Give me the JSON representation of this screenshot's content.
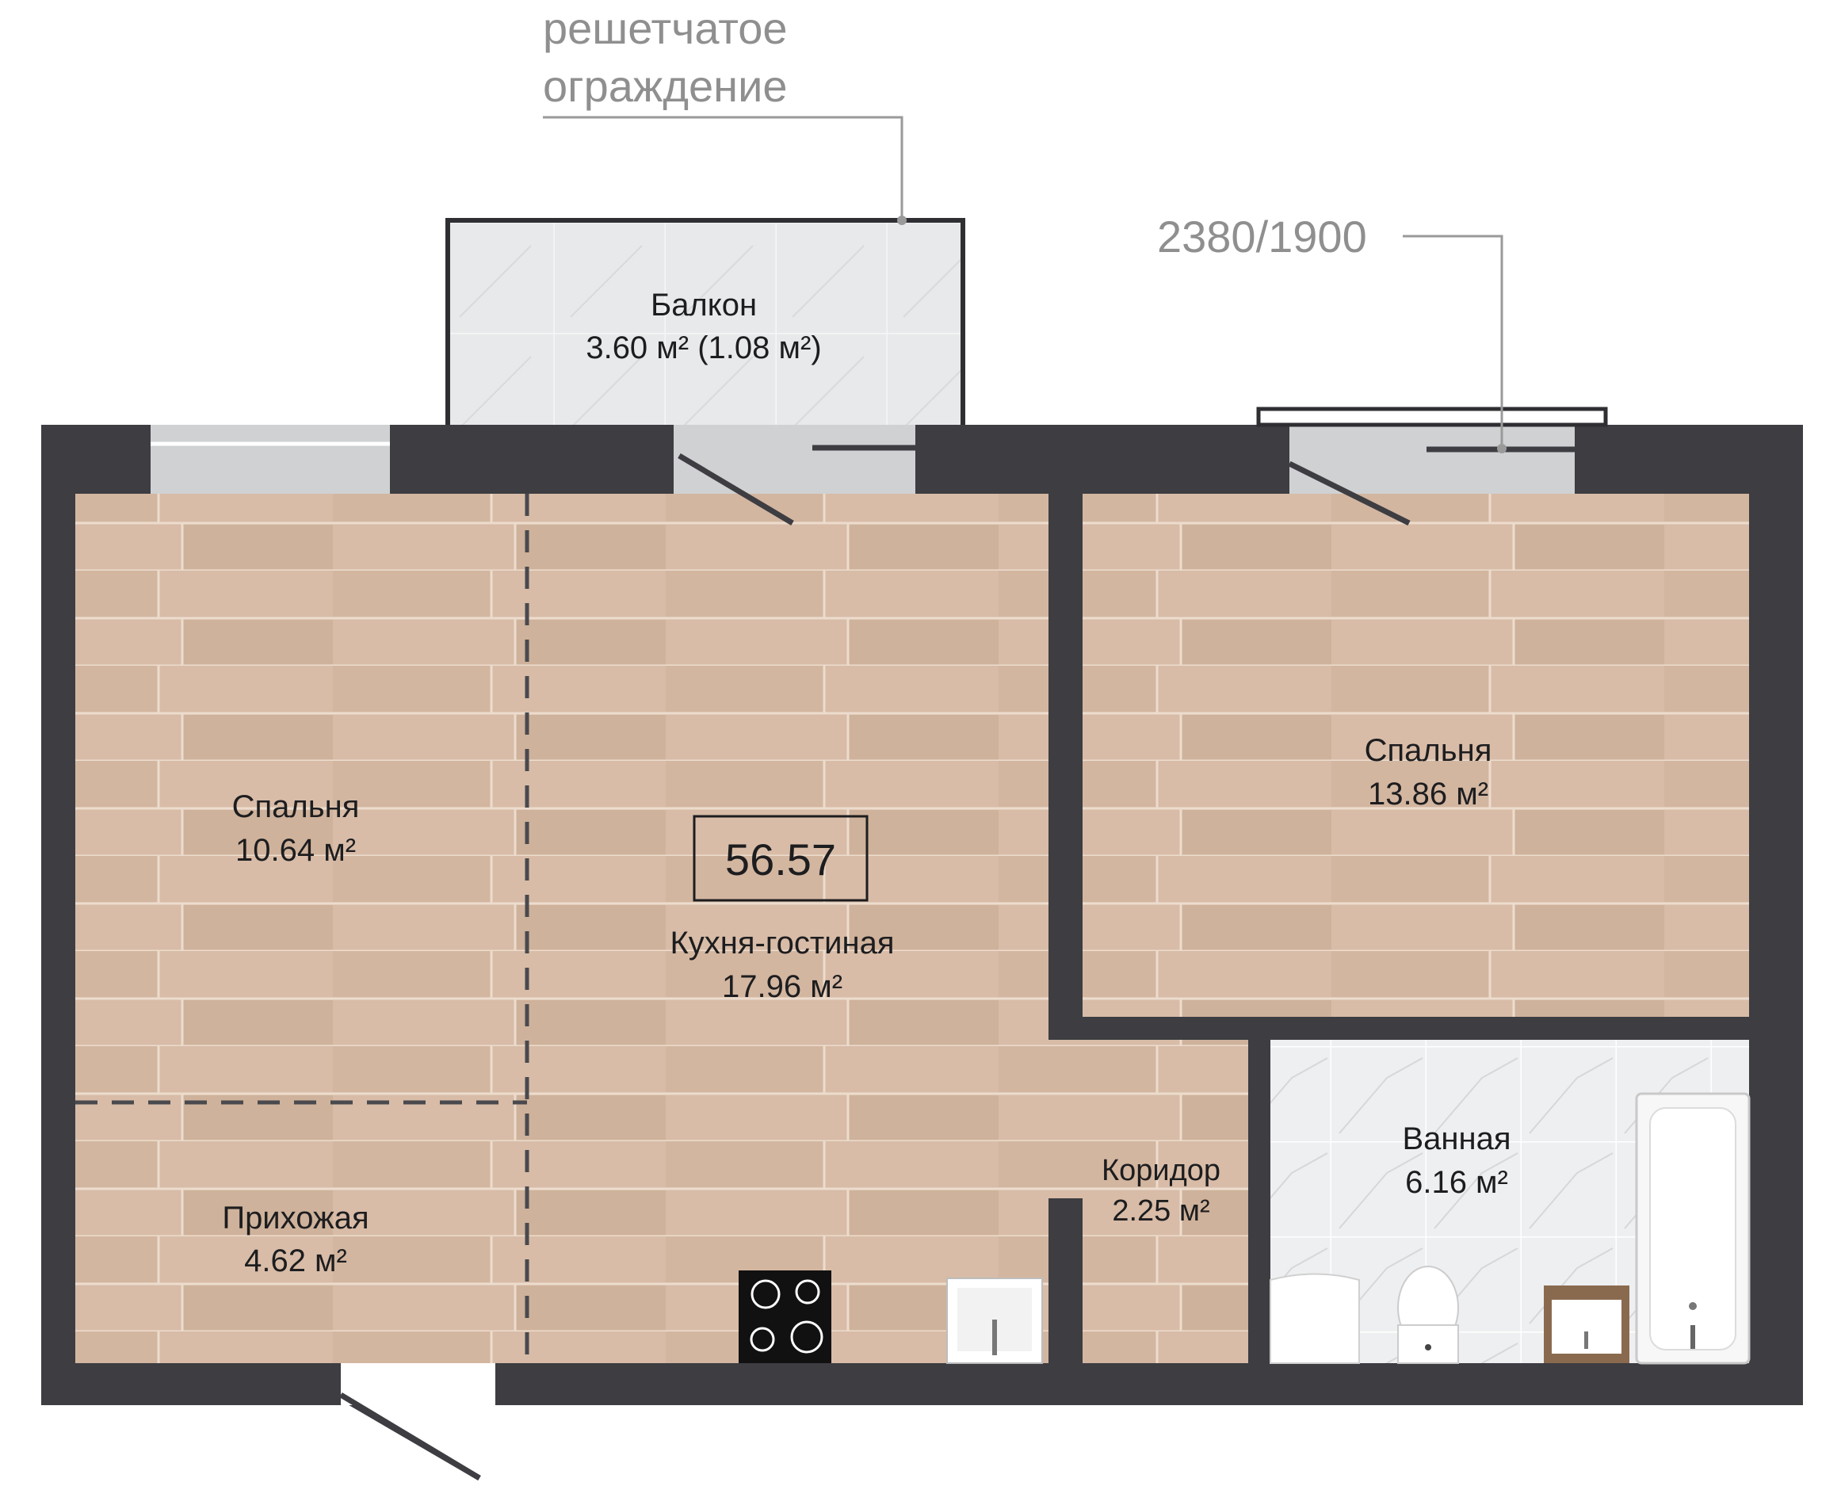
{
  "annotations": {
    "railing": [
      "решетчатое",
      "ограждение"
    ],
    "window_size": "2380/1900"
  },
  "total_area": "56.57",
  "rooms": {
    "balcony": {
      "name": "Балкон",
      "area": "3.60 м² (1.08 м²)"
    },
    "bedroom_left": {
      "name": "Спальня",
      "area": "10.64 м²"
    },
    "kitchen_living": {
      "name": "Кухня-гостиная",
      "area": "17.96 м²"
    },
    "bedroom_right": {
      "name": "Спальня",
      "area": "13.86 м²"
    },
    "hallway": {
      "name": "Прихожая",
      "area": "4.62 м²"
    },
    "corridor": {
      "name": "Коридор",
      "area": "2.25 м²"
    },
    "bathroom": {
      "name": "Ванная",
      "area": "6.16 м²"
    }
  },
  "colors": {
    "wall": "#3d3d42",
    "floor_wood": "#d8bca7",
    "tile": "#e6e7e8",
    "window": "#cfd1d3",
    "annotation": "#8f8f8f"
  }
}
